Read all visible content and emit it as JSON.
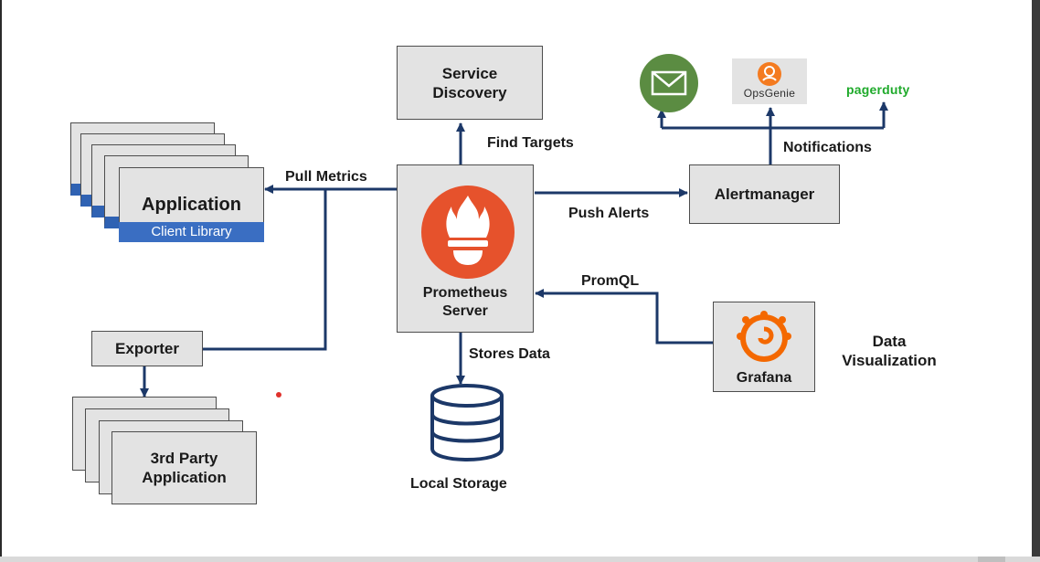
{
  "service_discovery": {
    "line1": "Service",
    "line2": "Discovery"
  },
  "find_targets": "Find Targets",
  "prometheus": {
    "line1": "Prometheus",
    "line2": "Server"
  },
  "pull_metrics": "Pull Metrics",
  "application": {
    "title": "Application",
    "client_library": "Client Library"
  },
  "exporter": "Exporter",
  "third_party": {
    "line1": "3rd Party",
    "line2": "Application"
  },
  "stores_data": "Stores Data",
  "local_storage": "Local Storage",
  "push_alerts": "Push Alerts",
  "alertmanager": "Alertmanager",
  "notifications": "Notifications",
  "opsgenie": "OpsGenie",
  "pagerduty": "pagerduty",
  "promql": "PromQL",
  "grafana": "Grafana",
  "data_visualization": {
    "line1": "Data",
    "line2": "Visualization"
  },
  "colors": {
    "arrow": "#1c3868",
    "box_fill": "#e3e3e3",
    "prometheus_red": "#e6522c",
    "client_library_blue": "#3a6ec2",
    "email_green": "#5b8c42",
    "pagerduty_green": "#1faa2b",
    "grafana_orange": "#f46800"
  },
  "icons": [
    "email-icon",
    "opsgenie-icon",
    "pagerduty-logo",
    "prometheus-logo",
    "database-icon",
    "grafana-logo"
  ]
}
